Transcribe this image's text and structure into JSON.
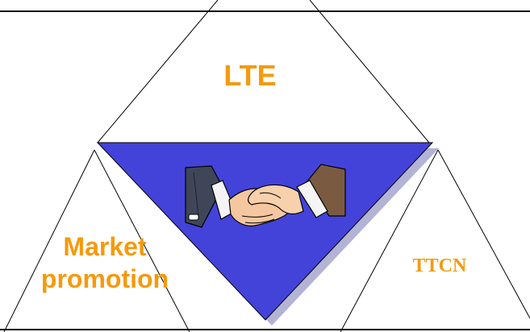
{
  "labels": {
    "top": "LTE",
    "left_line1": "Market",
    "left_line2": "promotion",
    "right": "TTCN"
  },
  "icons": {
    "center": "handshake-icon"
  },
  "colors": {
    "label_orange": "#F59A0C",
    "center_triangle_fill": "#4343D9",
    "center_triangle_shadow": "#B3B3D6",
    "outline": "#000000",
    "background": "#FFFFFF"
  }
}
